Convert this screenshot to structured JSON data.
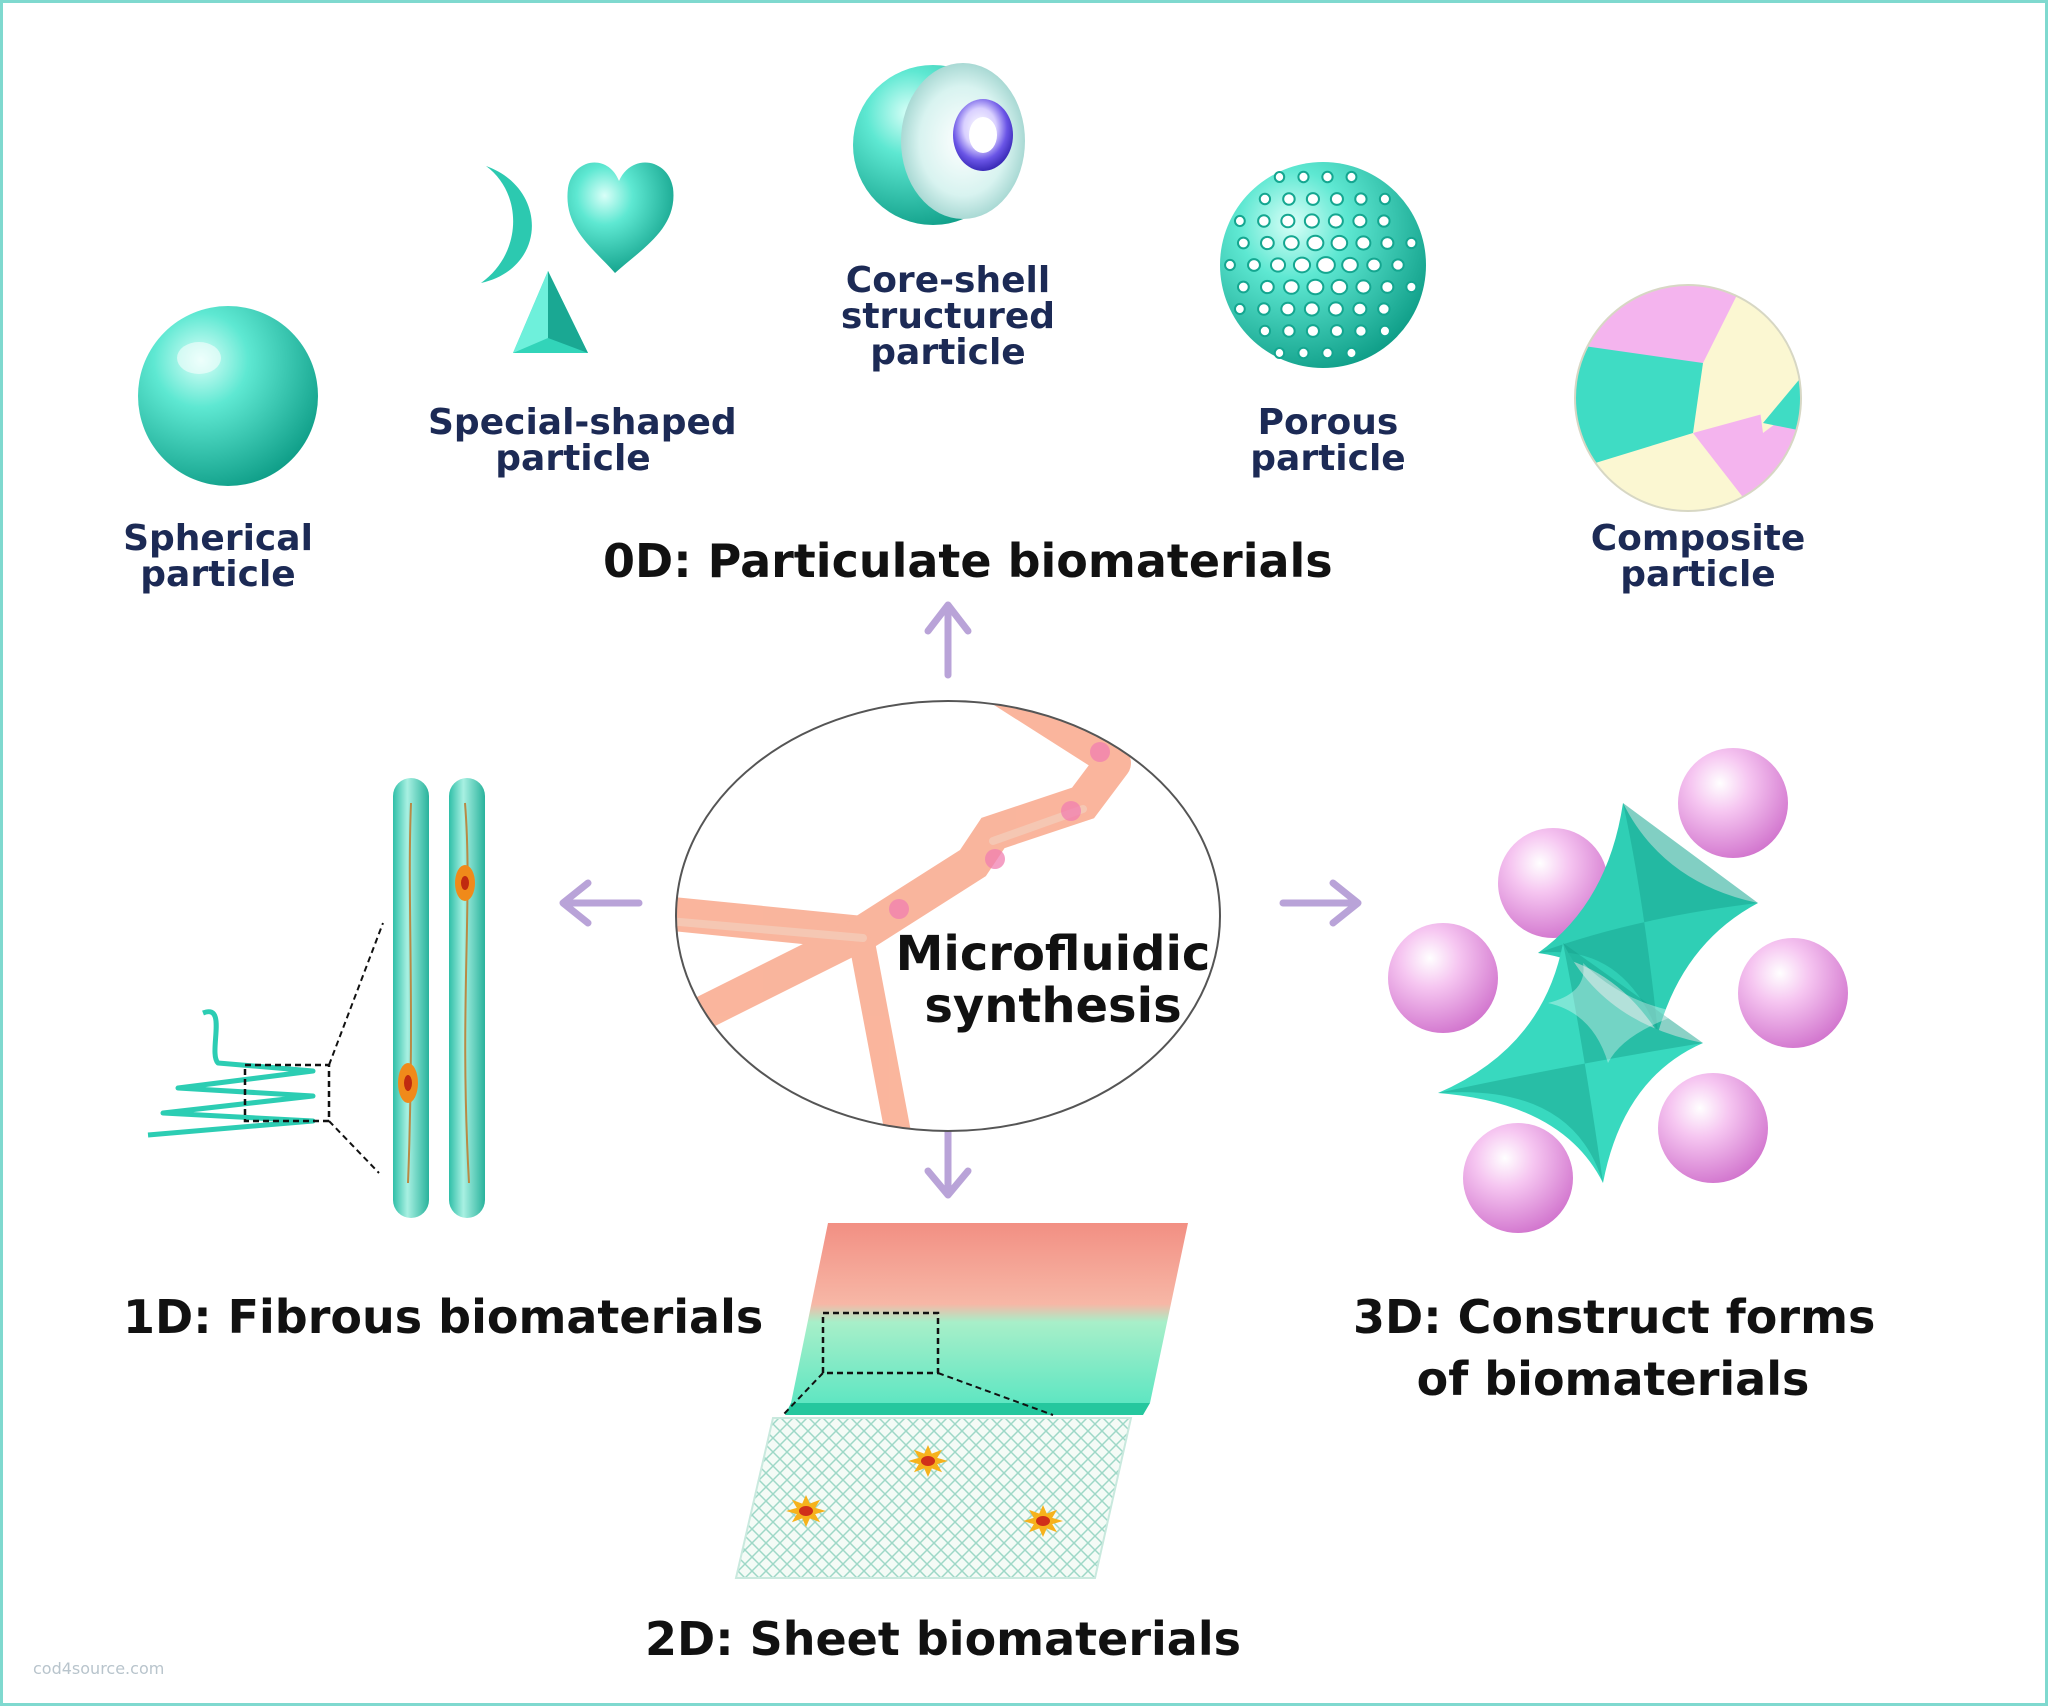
{
  "colors": {
    "teal": "#3fdcc4",
    "teal_dark": "#14a690",
    "pink": "#ef9ee8",
    "cream": "#fbf7d2",
    "arrow": "#b9a3d8",
    "label_navy": "#1c2a55",
    "border": "#7fd9cf"
  },
  "center": {
    "line1": "Microfluidic",
    "line2": "synthesis"
  },
  "zero_d": {
    "heading": "0D: Particulate biomaterials",
    "particles": [
      {
        "line1": "Spherical",
        "line2": "particle",
        "icon": "sphere-icon"
      },
      {
        "line1": "Special-shaped",
        "line2": "particle",
        "icon": "special-shapes-icon"
      },
      {
        "line1": "Core-shell",
        "line2": "structured",
        "line3": "particle",
        "icon": "core-shell-icon"
      },
      {
        "line1": "Porous",
        "line2": "particle",
        "icon": "porous-sphere-icon"
      },
      {
        "line1": "Composite",
        "line2": "particle",
        "icon": "composite-ball-icon"
      }
    ]
  },
  "one_d": {
    "heading": "1D: Fibrous biomaterials",
    "icon": "fiber-icon"
  },
  "two_d": {
    "heading": "2D: Sheet biomaterials",
    "icon": "sheet-icon"
  },
  "three_d": {
    "line1": "3D: Construct forms",
    "line2": "of biomaterials",
    "icon": "construct-icon"
  },
  "watermark": "cod4source.com"
}
